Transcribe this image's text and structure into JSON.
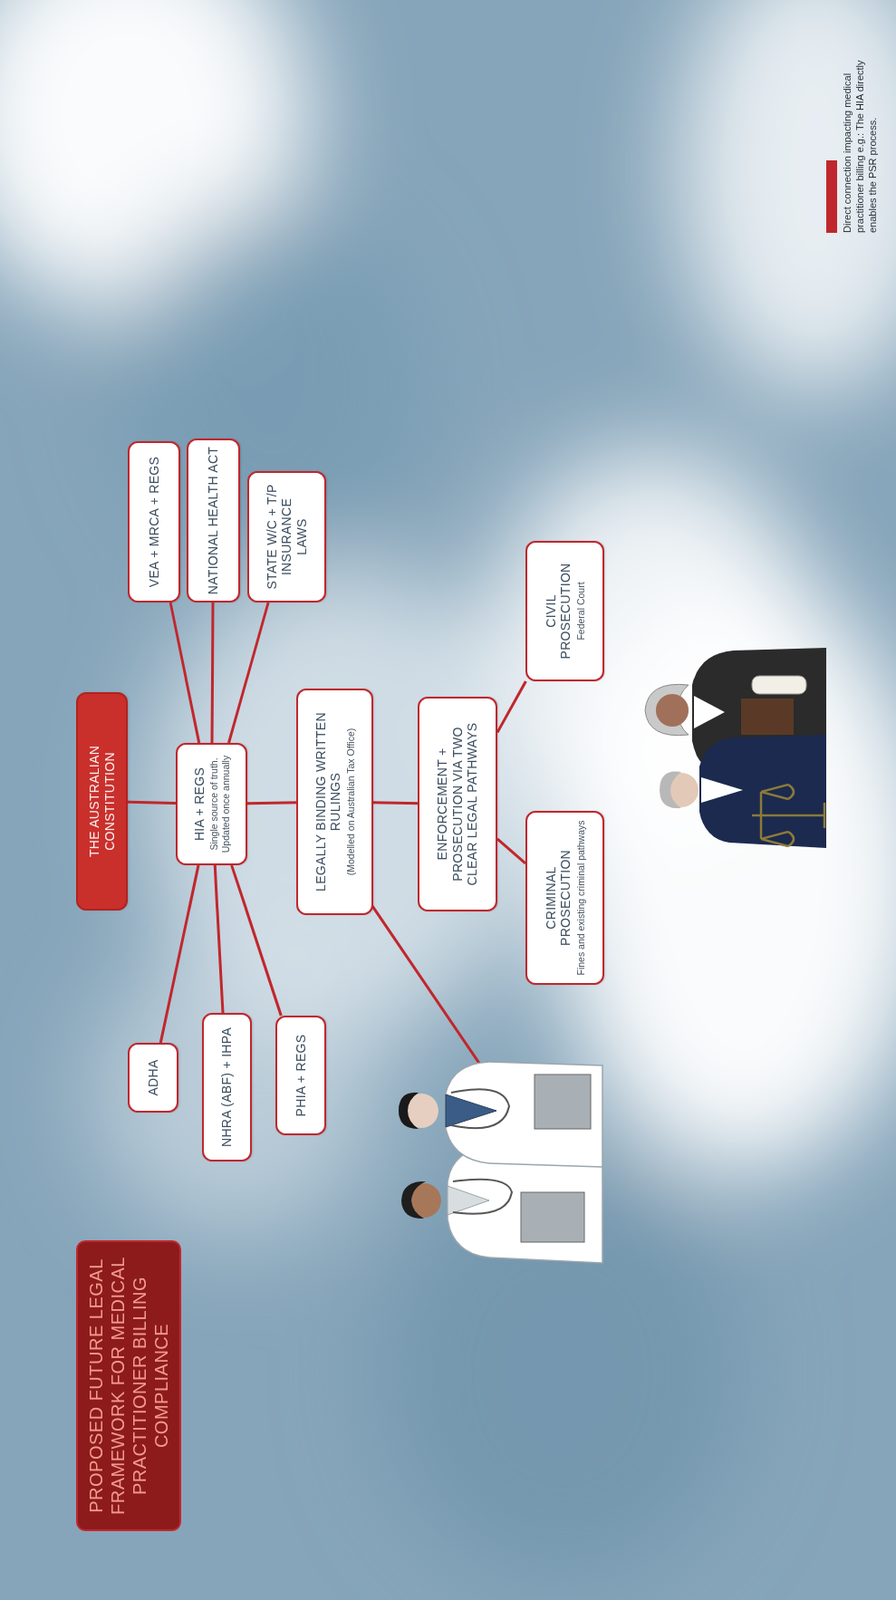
{
  "diagram": {
    "title": "PROPOSED FUTURE LEGAL FRAMEWORK FOR MEDICAL PRACTITIONER BILLING COMPLIANCE",
    "nodes": [
      {
        "text": [
          "THE AUSTRALIAN CONSTITUTION"
        ]
      },
      {
        "text": [
          "HIA + REGS",
          "Single source of truth. Updated once annually"
        ]
      },
      {
        "text": [
          "ADHA"
        ]
      },
      {
        "text": [
          "NHRA (ABF) + IHPA"
        ]
      },
      {
        "text": [
          "PHIA + REGS"
        ]
      },
      {
        "text": [
          "VEA + MRCA + REGS"
        ]
      },
      {
        "text": [
          "NATIONAL HEALTH ACT"
        ]
      },
      {
        "text": [
          "STATE W/C + T/P INSURANCE LAWS"
        ]
      },
      {
        "text": [
          "LEGALLY BINDING WRITTEN RULINGS",
          "(Modelled on Australian Tax Office)"
        ]
      },
      {
        "text": [
          "ENFORCEMENT + PROSECUTION VIA TWO CLEAR LEGAL PATHWAYS"
        ]
      },
      {
        "text": [
          "CRIMINAL PROSECUTION",
          "Fines and existing criminal pathways"
        ]
      },
      {
        "text": [
          "CIVIL PROSECUTION",
          "Federal Court"
        ]
      }
    ],
    "edges": [
      {
        "from": 0,
        "to": 1,
        "arrow": "none"
      },
      {
        "from": 1,
        "to": 2,
        "arrow": "none"
      },
      {
        "from": 1,
        "to": 3,
        "arrow": "none"
      },
      {
        "from": 1,
        "to": 4,
        "arrow": "none"
      },
      {
        "from": 1,
        "to": 5,
        "arrow": "none"
      },
      {
        "from": 1,
        "to": 6,
        "arrow": "none"
      },
      {
        "from": 1,
        "to": 7,
        "arrow": "none"
      },
      {
        "from": 1,
        "to": 8,
        "arrow": "none"
      },
      {
        "from": 8,
        "to": 9,
        "arrow": "none"
      },
      {
        "from": 9,
        "to": 10,
        "arrow": "none"
      },
      {
        "from": 9,
        "to": 11,
        "arrow": "none"
      }
    ],
    "legend": [
      {
        "text": "Direct connection impacting medical practitioner billing e.g.: The HIA directly enables the PSR process.",
        "color": "#c0272d"
      }
    ]
  }
}
